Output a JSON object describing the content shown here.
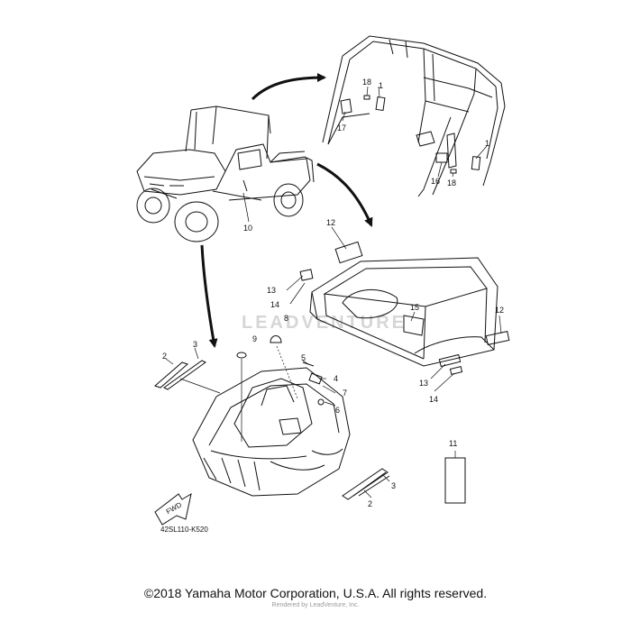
{
  "diagram": {
    "part_code": "42SL110-K520",
    "fwd_label": "FWD",
    "watermark": "LEADVENTURE",
    "callouts": [
      {
        "id": "c1a",
        "label": "1"
      },
      {
        "id": "c1b",
        "label": "1"
      },
      {
        "id": "c2a",
        "label": "2"
      },
      {
        "id": "c2b",
        "label": "2"
      },
      {
        "id": "c3a",
        "label": "3"
      },
      {
        "id": "c3b",
        "label": "3"
      },
      {
        "id": "c4",
        "label": "4"
      },
      {
        "id": "c5",
        "label": "5"
      },
      {
        "id": "c6",
        "label": "6"
      },
      {
        "id": "c7",
        "label": "7"
      },
      {
        "id": "c8",
        "label": "8"
      },
      {
        "id": "c9",
        "label": "9"
      },
      {
        "id": "c10",
        "label": "10"
      },
      {
        "id": "c11",
        "label": "11"
      },
      {
        "id": "c12a",
        "label": "12"
      },
      {
        "id": "c12b",
        "label": "12"
      },
      {
        "id": "c13a",
        "label": "13"
      },
      {
        "id": "c13b",
        "label": "13"
      },
      {
        "id": "c14a",
        "label": "14"
      },
      {
        "id": "c14b",
        "label": "14"
      },
      {
        "id": "c15",
        "label": "15"
      },
      {
        "id": "c16",
        "label": "16"
      },
      {
        "id": "c17",
        "label": "17"
      },
      {
        "id": "c18a",
        "label": "18"
      },
      {
        "id": "c18b",
        "label": "18"
      }
    ]
  },
  "footer": {
    "copyright": "©2018 Yamaha Motor Corporation, U.S.A. All rights reserved.",
    "rendered_by": "Rendered by LeadVenture, Inc."
  }
}
